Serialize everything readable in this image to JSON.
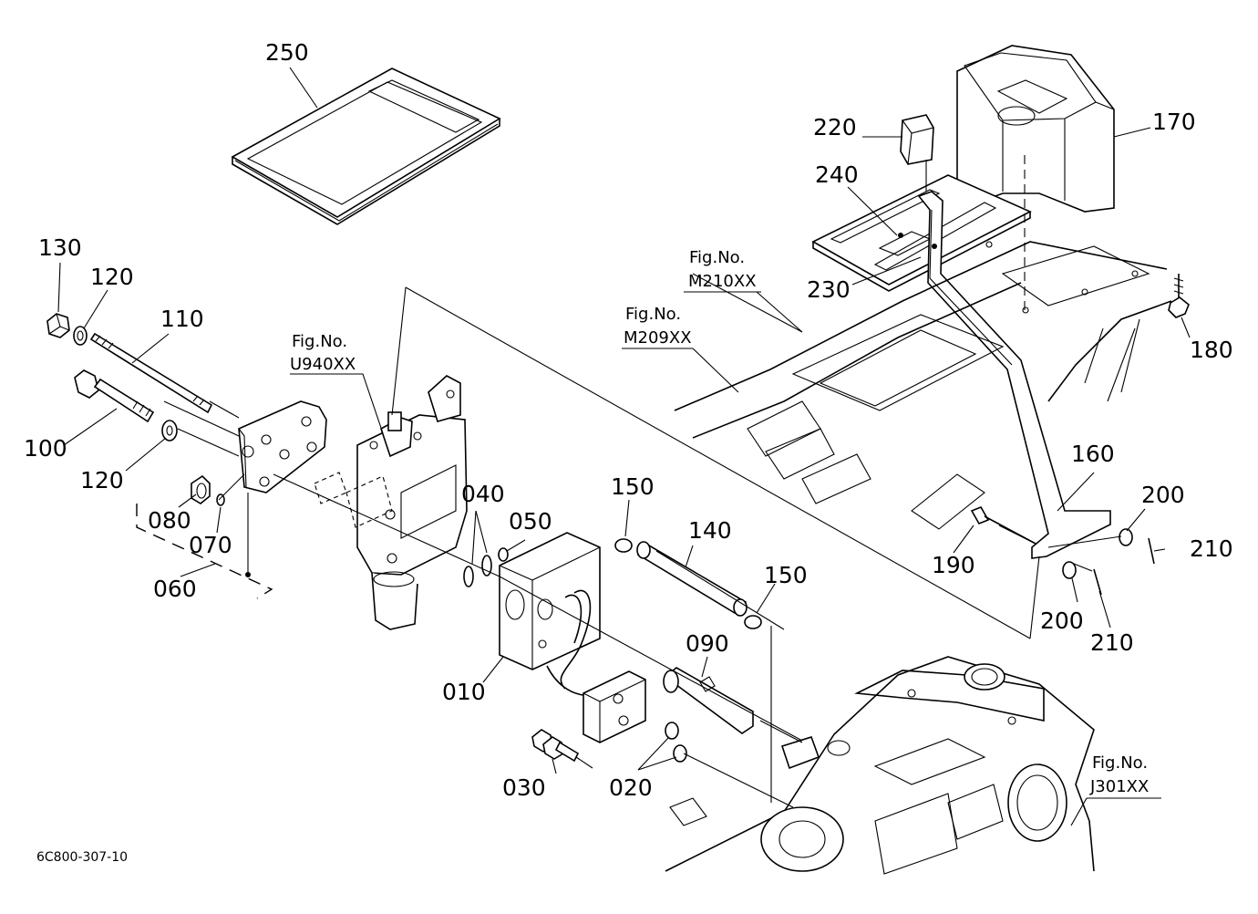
{
  "diagram": {
    "drawing_code": "6C800-307-10",
    "callouts": {
      "p250": "250",
      "p220": "220",
      "p170": "170",
      "p240": "240",
      "p230": "230",
      "p180": "180",
      "p130": "130",
      "p120a": "120",
      "p110": "110",
      "p100": "100",
      "p120b": "120",
      "p080": "080",
      "p070": "070",
      "p060": "060",
      "p040": "040",
      "p050": "050",
      "p150a": "150",
      "p140": "140",
      "p150b": "150",
      "p010": "010",
      "p090": "090",
      "p030": "030",
      "p020": "020",
      "p160": "160",
      "p200a": "200",
      "p190": "190",
      "p210a": "210",
      "p200b": "200",
      "p210b": "210"
    },
    "figure_refs": {
      "m210": {
        "label": "Fig.No.",
        "number": "M210XX"
      },
      "m209": {
        "label": "Fig.No.",
        "number": "M209XX"
      },
      "u940": {
        "label": "Fig.No.",
        "number": "U940XX"
      },
      "j301": {
        "label": "Fig.No.",
        "number": "J301XX"
      }
    }
  }
}
